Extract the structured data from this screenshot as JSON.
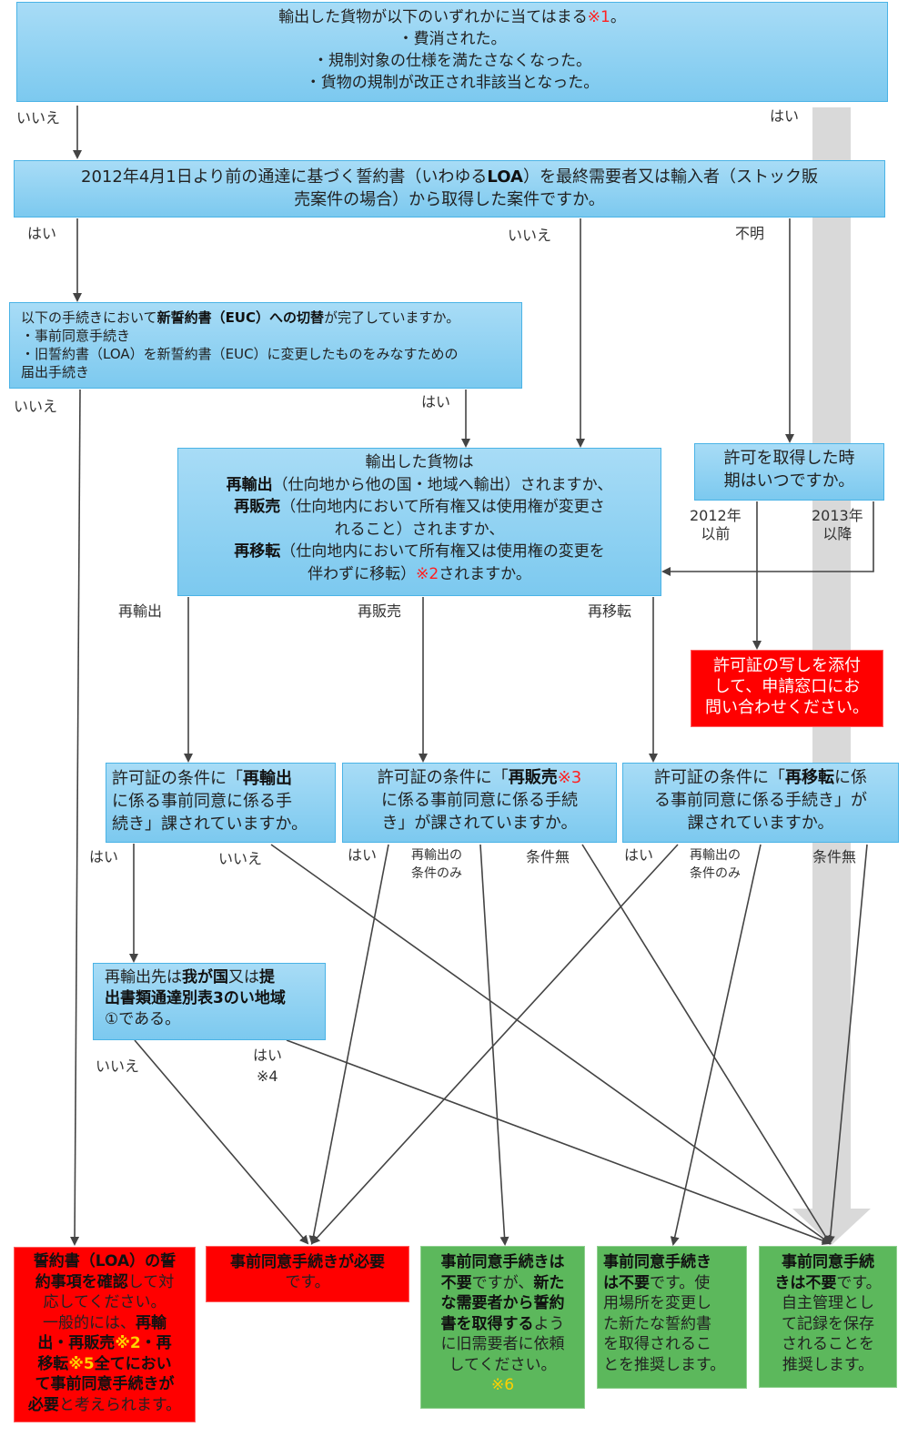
{
  "boxes": {
    "b1": {
      "lines": [
        [
          {
            "t": "輸出した貨物が以下のいずれかに当てはまる"
          },
          {
            "t": "※1",
            "c": "cr"
          },
          {
            "t": "。"
          }
        ],
        [
          {
            "t": "・費消された。"
          }
        ],
        [
          {
            "t": "・規制対象の仕様を満たさなくなった。"
          }
        ],
        [
          {
            "t": "・貨物の規制が改正され非該当となった。"
          }
        ]
      ]
    },
    "b2": {
      "lines": [
        [
          {
            "t": "2012年4月1日より前の通達に基づく誓約書（いわゆる"
          },
          {
            "t": "LOA",
            "b": true
          },
          {
            "t": "）を最終需要者又は輸入者（ストック販"
          }
        ],
        [
          {
            "t": "売案件の場合）から取得した案件ですか。"
          }
        ]
      ]
    },
    "b3": {
      "lines": [
        [
          {
            "t": "以下の手続きにおいて"
          },
          {
            "t": "新誓約書（EUC）への切替",
            "b": true
          },
          {
            "t": "が完了していますか。"
          }
        ],
        [
          {
            "t": "・事前同意手続き"
          }
        ],
        [
          {
            "t": "・旧誓約書（LOA）を新誓約書（EUC）に変更したものをみなすための"
          }
        ],
        [
          {
            "t": "届出手続き"
          }
        ]
      ]
    },
    "b4": {
      "lines": [
        [
          {
            "t": "輸出した貨物は"
          }
        ],
        [
          {
            "t": "再輸出",
            "b": true
          },
          {
            "t": "（仕向地から他の国・地域へ輸出）されますか、"
          }
        ],
        [
          {
            "t": "再販売",
            "b": true
          },
          {
            "t": "（仕向地内において所有権又は使用権が変更さ"
          }
        ],
        [
          {
            "t": "れること）されますか、"
          }
        ],
        [
          {
            "t": "再移転",
            "b": true
          },
          {
            "t": "（仕向地内において所有権又は使用権の変更を"
          }
        ],
        [
          {
            "t": "伴わずに移転）"
          },
          {
            "t": "※2",
            "c": "cr"
          },
          {
            "t": "されますか。"
          }
        ]
      ]
    },
    "b5": {
      "lines": [
        [
          {
            "t": "許可を取得した時"
          }
        ],
        [
          {
            "t": "期はいつですか。"
          }
        ]
      ]
    },
    "r1": {
      "lines": [
        [
          {
            "t": "許可証の写しを添付"
          }
        ],
        [
          {
            "t": "して、申請窓口にお"
          }
        ],
        [
          {
            "t": "問い合わせください。"
          }
        ]
      ]
    },
    "b6": {
      "lines": [
        [
          {
            "t": "許可証の条件に「"
          },
          {
            "t": "再輸出",
            "b": true
          }
        ],
        [
          {
            "t": "に係る事前同意に係る手"
          }
        ],
        [
          {
            "t": "続き」課されていますか。"
          }
        ]
      ]
    },
    "b7": {
      "lines": [
        [
          {
            "t": "許可証の条件に「"
          },
          {
            "t": "再販売",
            "b": true
          },
          {
            "t": "※3",
            "c": "cr"
          }
        ],
        [
          {
            "t": "に係る事前同意に係る手続"
          }
        ],
        [
          {
            "t": "き」が課されていますか。"
          }
        ]
      ]
    },
    "b8": {
      "lines": [
        [
          {
            "t": "許可証の条件に「"
          },
          {
            "t": "再移転",
            "b": true
          },
          {
            "t": "に係"
          }
        ],
        [
          {
            "t": "る事前同意に係る手続き」が"
          }
        ],
        [
          {
            "t": "課されていますか。"
          }
        ]
      ]
    },
    "b9": {
      "lines": [
        [
          {
            "t": "再輸出先は"
          },
          {
            "t": "我が国",
            "b": true
          },
          {
            "t": "又は"
          },
          {
            "t": "提",
            "b": true
          }
        ],
        [
          {
            "t": "出書類通達別表3のい地域",
            "b": true
          }
        ],
        [
          {
            "t": "①である。"
          }
        ]
      ]
    },
    "r2": {
      "lines": [
        [
          {
            "t": "誓約書（LOA）の誓",
            "b": true
          }
        ],
        [
          {
            "t": "約事項を確認",
            "b": true
          },
          {
            "t": "して対"
          }
        ],
        [
          {
            "t": "応してください。"
          }
        ],
        [
          {
            "t": "一般的には、"
          },
          {
            "t": "再輸",
            "b": true
          }
        ],
        [
          {
            "t": "出・再販売",
            "b": true
          },
          {
            "t": "※2",
            "c": "cy",
            "b": true
          },
          {
            "t": "・再",
            "b": true
          }
        ],
        [
          {
            "t": "移転",
            "b": true
          },
          {
            "t": "※5",
            "c": "cy",
            "b": true
          },
          {
            "t": "全てにおい",
            "b": true
          }
        ],
        [
          {
            "t": "て事前同意手続きが",
            "b": true
          }
        ],
        [
          {
            "t": "必要",
            "b": true
          },
          {
            "t": "と考えられます。"
          }
        ]
      ]
    },
    "r3": {
      "lines": [
        [
          {
            "t": "事前同意手続きが必要",
            "b": true
          }
        ],
        [
          {
            "t": "です。"
          }
        ]
      ]
    },
    "g1": {
      "lines": [
        [
          {
            "t": "事前同意手続きは",
            "b": true
          }
        ],
        [
          {
            "t": "不要",
            "b": true
          },
          {
            "t": "ですが、"
          },
          {
            "t": "新た",
            "b": true
          }
        ],
        [
          {
            "t": "な需要者から誓約",
            "b": true
          }
        ],
        [
          {
            "t": "書を取得する",
            "b": true
          },
          {
            "t": "よう"
          }
        ],
        [
          {
            "t": "に旧需要者に依頼"
          }
        ],
        [
          {
            "t": "してください。"
          }
        ],
        [
          {
            "t": "※6",
            "c": "cy"
          }
        ]
      ]
    },
    "g2": {
      "lines": [
        [
          {
            "t": "事前同意手続き",
            "b": true
          }
        ],
        [
          {
            "t": "は不要",
            "b": true
          },
          {
            "t": "です。使"
          }
        ],
        [
          {
            "t": "用場所を変更し"
          }
        ],
        [
          {
            "t": "た新たな誓約書"
          }
        ],
        [
          {
            "t": "を取得されるこ"
          }
        ],
        [
          {
            "t": "とを推奨します。"
          }
        ]
      ]
    },
    "g3": {
      "lines": [
        [
          {
            "t": "事前同意手続",
            "b": true
          }
        ],
        [
          {
            "t": "きは不要",
            "b": true
          },
          {
            "t": "です。"
          }
        ],
        [
          {
            "t": "自主管理とし"
          }
        ],
        [
          {
            "t": "て記録を保存"
          }
        ],
        [
          {
            "t": "されることを"
          }
        ],
        [
          {
            "t": "推奨します。"
          }
        ]
      ]
    }
  },
  "labels": {
    "b1_no": "いいえ",
    "b1_yes": "はい",
    "b2_yes": "はい",
    "b2_no": "いいえ",
    "b2_unknown": "不明",
    "b3_no": "いいえ",
    "b3_yes": "はい",
    "b5_before": "2012年\n以前",
    "b5_after": "2013年\n以降",
    "b4_reexport": "再輸出",
    "b4_resale": "再販売",
    "b4_retransfer": "再移転",
    "b6_yes": "はい",
    "b6_no": "いいえ",
    "b7_yes": "はい",
    "b7_reexport_only": "再輸出の\n条件のみ",
    "b7_none": "条件無",
    "b8_yes": "はい",
    "b8_reexport_only": "再輸出の\n条件のみ",
    "b8_none": "条件無",
    "b9_no": "いいえ",
    "b9_yes": "はい",
    "b9_yes_note": "※4"
  },
  "colors": {
    "blue_box": "#7cc9ef",
    "red_box": "#ff0000",
    "green_box": "#5cb85c",
    "note_red": "#ff2020",
    "note_yellow": "#ffd000",
    "arrow": "#444444",
    "big_arrow": "#d9d9d9"
  }
}
